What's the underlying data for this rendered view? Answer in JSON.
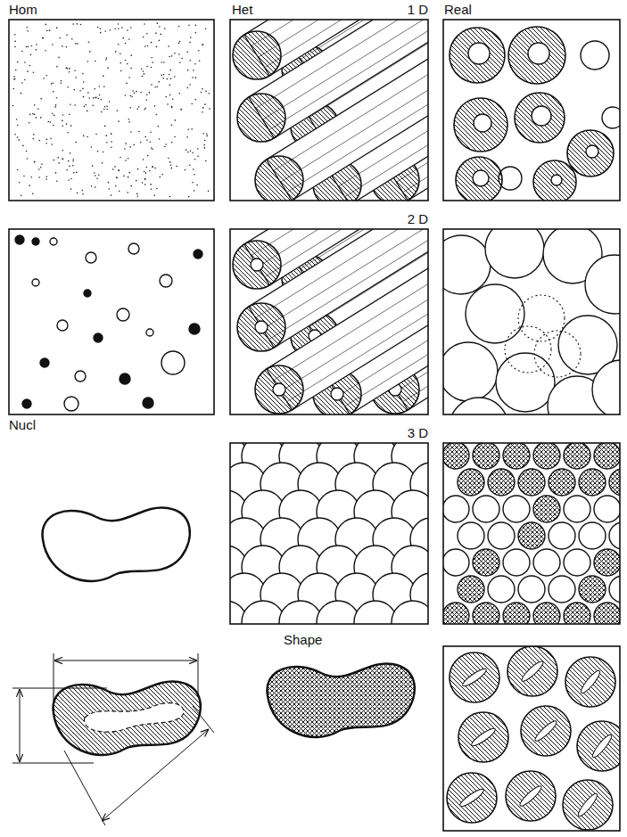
{
  "diagram": {
    "labels": [
      "Hom",
      "Het",
      "1 D",
      "Real",
      "2 D",
      "Nucl",
      "3 D",
      "Shape"
    ]
  }
}
